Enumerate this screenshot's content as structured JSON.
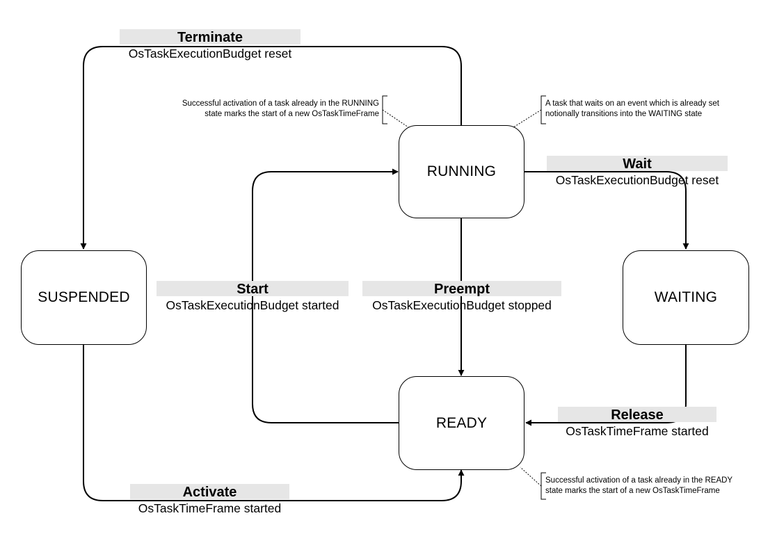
{
  "states": {
    "running": "RUNNING",
    "suspended": "SUSPENDED",
    "waiting": "WAITING",
    "ready": "READY"
  },
  "transitions": {
    "terminate": {
      "name": "Terminate",
      "action": "OsTaskExecutionBudget reset"
    },
    "wait": {
      "name": "Wait",
      "action": "OsTaskExecutionBudget reset"
    },
    "start": {
      "name": "Start",
      "action": "OsTaskExecutionBudget started"
    },
    "preempt": {
      "name": "Preempt",
      "action": "OsTaskExecutionBudget stopped"
    },
    "release": {
      "name": "Release",
      "action": "OsTaskTimeFrame started"
    },
    "activate": {
      "name": "Activate",
      "action": "OsTaskTimeFrame started"
    }
  },
  "notes": {
    "running_activation": {
      "line1": "Successful activation of a task already in the RUNNING",
      "line2": "state marks the start of a new OsTaskTimeFrame"
    },
    "wait_event": {
      "line1": "A task that waits on an event which is already set",
      "line2": "notionally transitions into the WAITING state"
    },
    "ready_activation": {
      "line1": "Successful activation of a task already in the READY",
      "line2": "state marks the start of a new OsTaskTimeFrame"
    }
  }
}
